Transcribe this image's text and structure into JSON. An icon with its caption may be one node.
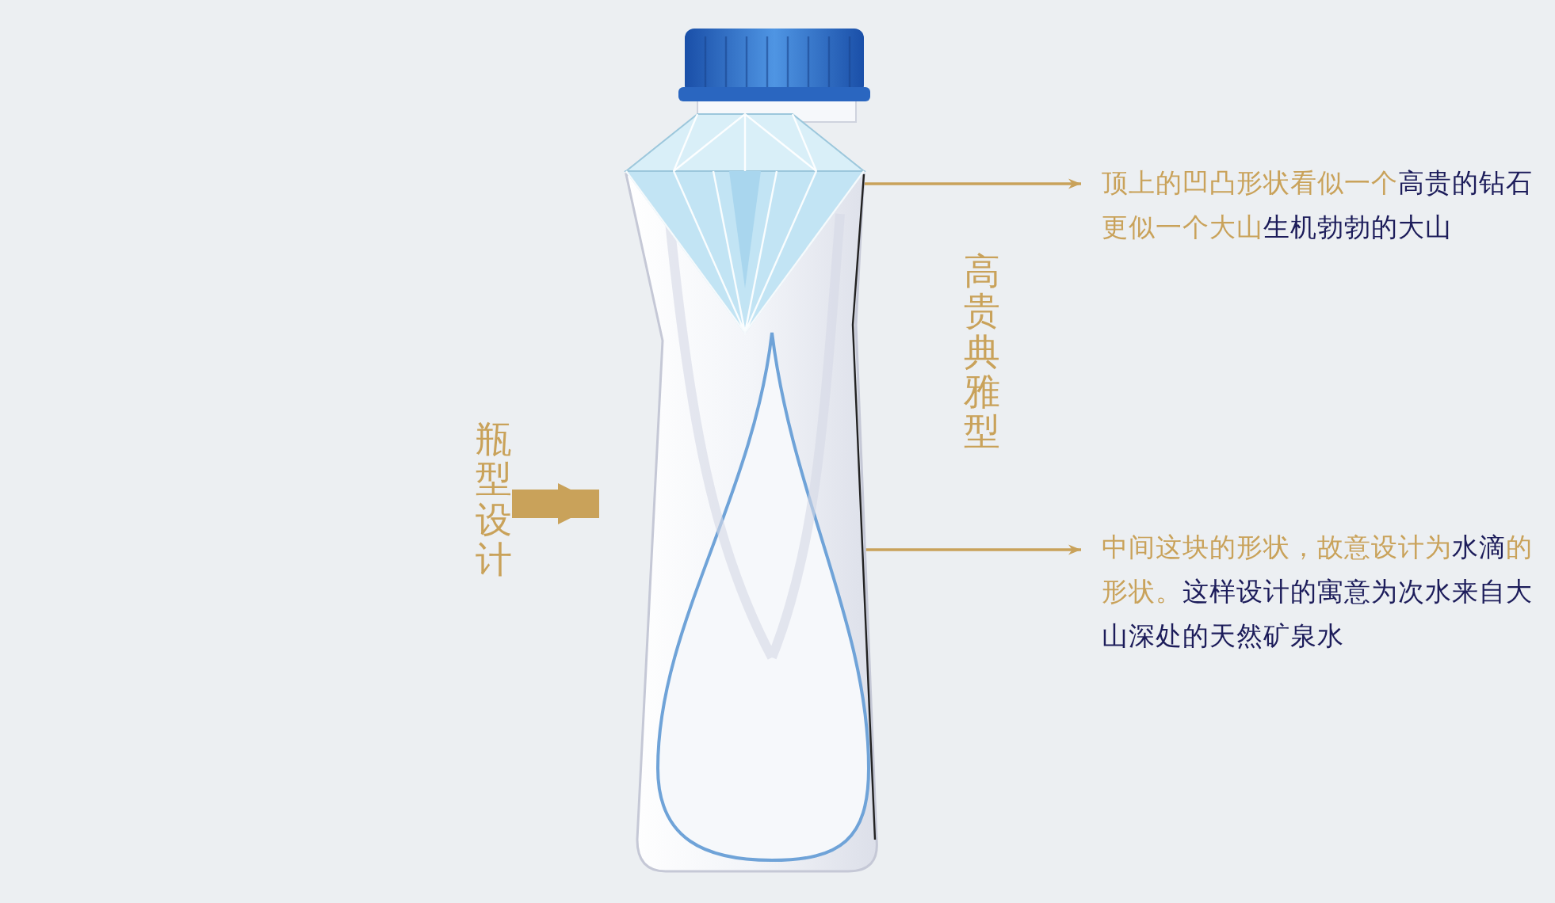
{
  "diagram": {
    "nodes": [
      {
        "text": [],
        "shape": "picture"
      },
      {
        "text": [],
        "shape": "picture",
        "in": 0
      },
      {
        "text": [
          "瓶型设计"
        ]
      },
      {
        "text": [
          "顶上的凹凸形状看似一个**高贵的钻石**更似一个大山**生机勃勃的大山**"
        ]
      },
      {
        "text": [
          "中间这块的形状，故意设计为**水滴**的形状。**这样设计的寓意为次水来自大山深处的天然矿泉水**"
        ]
      }
    ],
    "edges": [
      {
        "from": 2,
        "to": 0,
        "arrow": "to",
        "style": "thick"
      },
      {
        "from": 1,
        "to": 3,
        "arrow": "to"
      },
      {
        "from": null,
        "to": 4,
        "arrow": "to"
      }
    ],
    "labels": [
      "高贵典雅型"
    ]
  }
}
